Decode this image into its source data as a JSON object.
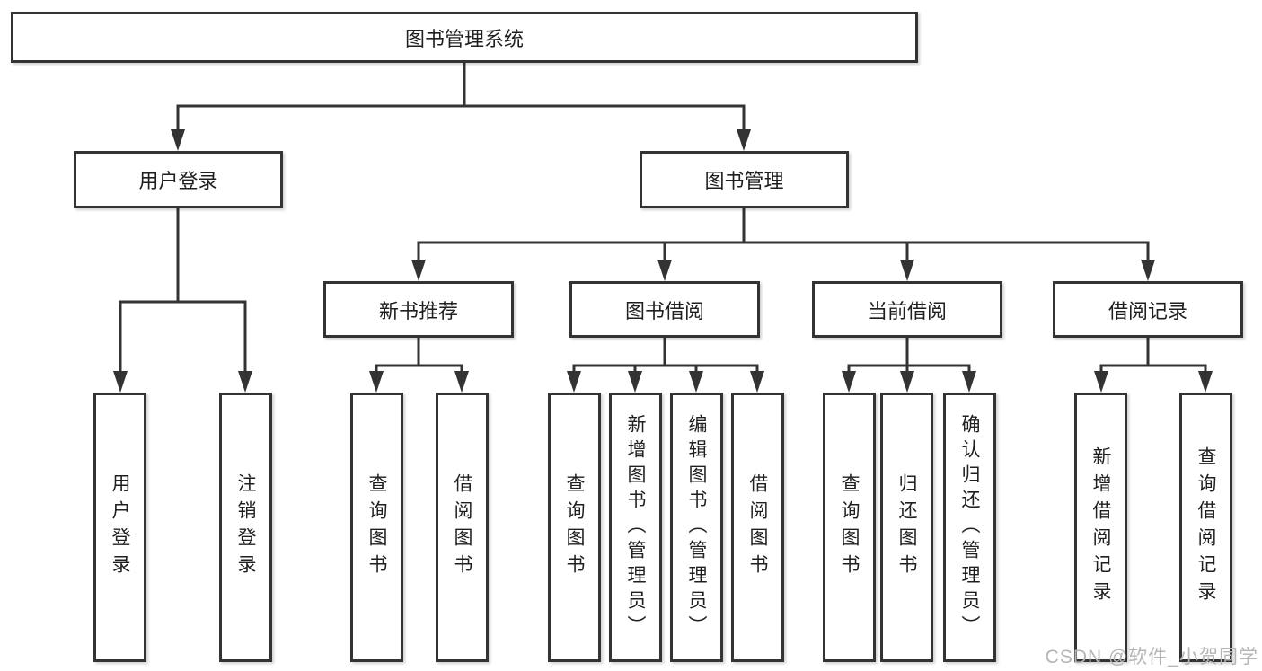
{
  "hierarchy": {
    "root": "图书管理系统",
    "children": [
      {
        "label": "用户登录",
        "children": [
          {
            "label": "用户登录"
          },
          {
            "label": "注销登录"
          }
        ]
      },
      {
        "label": "图书管理",
        "children": [
          {
            "label": "新书推荐",
            "children": [
              {
                "label": "查询图书"
              },
              {
                "label": "借阅图书"
              }
            ]
          },
          {
            "label": "图书借阅",
            "children": [
              {
                "label": "查询图书"
              },
              {
                "label": "新增图书（管理员）"
              },
              {
                "label": "编辑图书（管理员）"
              },
              {
                "label": "借阅图书"
              }
            ]
          },
          {
            "label": "当前借阅",
            "children": [
              {
                "label": "查询图书"
              },
              {
                "label": "归还图书"
              },
              {
                "label": "确认归还（管理员）"
              }
            ]
          },
          {
            "label": "借阅记录",
            "children": [
              {
                "label": "新增借阅记录"
              },
              {
                "label": "查询借阅记录"
              }
            ]
          }
        ]
      }
    ]
  },
  "watermark": {
    "text": "CSDN @软件_小贺同学"
  },
  "colors": {
    "line": "#333333",
    "text": "#1f1f1f",
    "watermark": "#b5b5b5",
    "canvas_background": "#ffffff"
  }
}
